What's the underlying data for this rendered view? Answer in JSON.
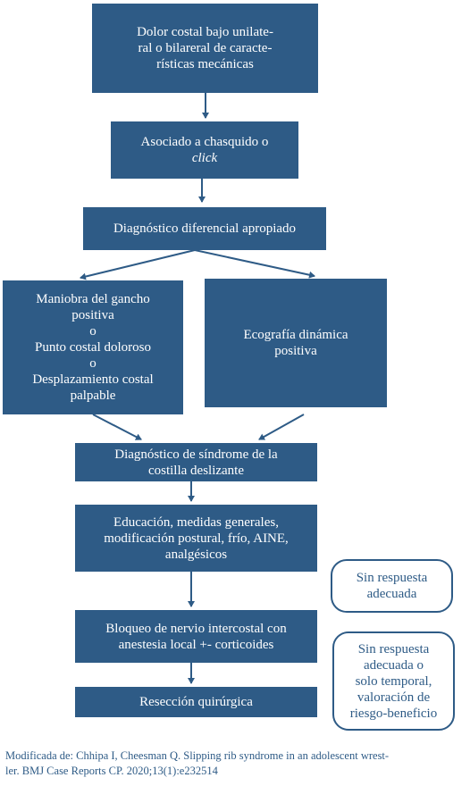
{
  "nodes": {
    "n1": [
      "Dolor costal bajo unilate-",
      "ral o bilareral de caracte-",
      "rísticas mecánicas"
    ],
    "n2_line1": "Asociado a chasquido o",
    "n2_line2_italic": "click",
    "n3": [
      "Diagnóstico diferencial apropiado"
    ],
    "n4": [
      "Maniobra del gancho",
      "positiva",
      "o",
      "Punto costal doloroso",
      "o",
      "Desplazamiento costal",
      "palpable"
    ],
    "n5": [
      "Ecografía dinámica",
      "positiva"
    ],
    "n6": [
      "Diagnóstico de síndrome de la",
      "costilla deslizante"
    ],
    "n7": [
      "Educación, medidas generales,",
      "modificación postural, frío, AINE,",
      "analgésicos"
    ],
    "n8": [
      "Bloqueo de nervio intercostal con",
      "anestesia local +- corticoides"
    ],
    "n9": [
      "Resección quirúrgica"
    ]
  },
  "notes": {
    "note1": [
      "Sin respuesta",
      "adecuada"
    ],
    "note2": [
      "Sin respuesta",
      "adecuada o",
      "solo temporal,",
      "valoración de",
      "riesgo-beneficio"
    ]
  },
  "caption": [
    "Modificada de: Chhipa I, Cheesman Q. Slipping rib syndrome in an adolescent wrest-",
    "ler. BMJ Case Reports CP. 2020;13(1):e232514"
  ],
  "colors": {
    "box_fill": "#2e5b86",
    "box_text": "#ffffff",
    "note_border": "#2e5b86"
  }
}
